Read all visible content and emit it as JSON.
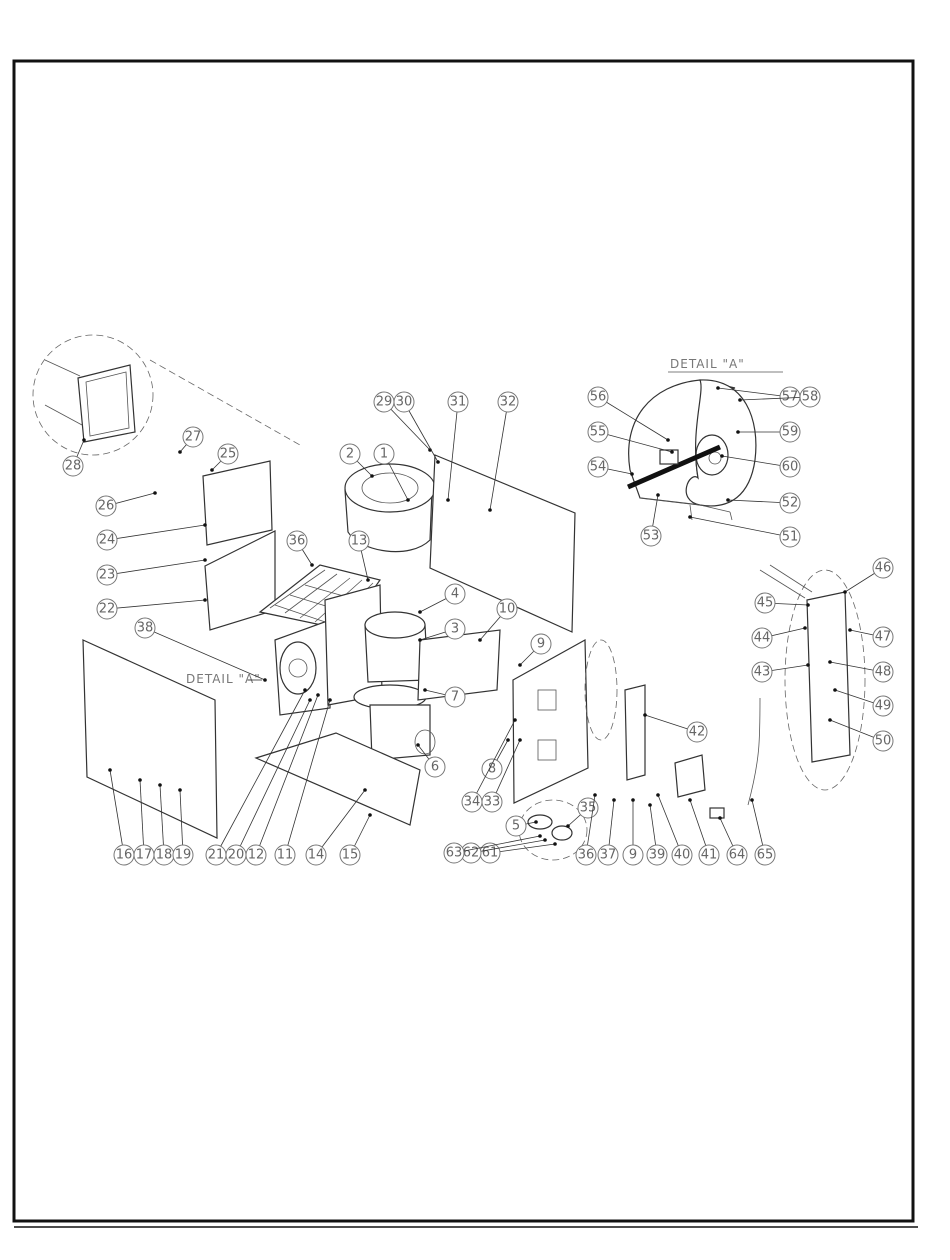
{
  "detail_title": "DETAIL \"A\"",
  "detail_callout": "DETAIL \"A\"",
  "callouts": {
    "c1": "1",
    "c2": "2",
    "c3": "3",
    "c4": "4",
    "c5": "5",
    "c6": "6",
    "c7": "7",
    "c8": "8",
    "c9a": "9",
    "c9b": "9",
    "c10": "10",
    "c11": "11",
    "c12": "12",
    "c13": "13",
    "c14": "14",
    "c15": "15",
    "c16": "16",
    "c17": "17",
    "c18": "18",
    "c19": "19",
    "c20": "20",
    "c21": "21",
    "c22": "22",
    "c23": "23",
    "c24": "24",
    "c25": "25",
    "c26": "26",
    "c27": "27",
    "c28": "28",
    "c29": "29",
    "c30": "30",
    "c31": "31",
    "c32": "32",
    "c33": "33",
    "c34": "34",
    "c35": "35",
    "c36a": "36",
    "c36b": "36",
    "c37": "37",
    "c38": "38",
    "c39": "39",
    "c40": "40",
    "c41": "41",
    "c42": "42",
    "c43": "43",
    "c44": "44",
    "c45": "45",
    "c46": "46",
    "c47": "47",
    "c48": "48",
    "c49": "49",
    "c50": "50",
    "c51": "51",
    "c52": "52",
    "c53": "53",
    "c54": "54",
    "c55": "55",
    "c56": "56",
    "c57": "57",
    "c58": "58",
    "c59": "59",
    "c60": "60",
    "c61": "61",
    "c62": "62",
    "c63": "63",
    "c64": "64",
    "c65": "65"
  }
}
